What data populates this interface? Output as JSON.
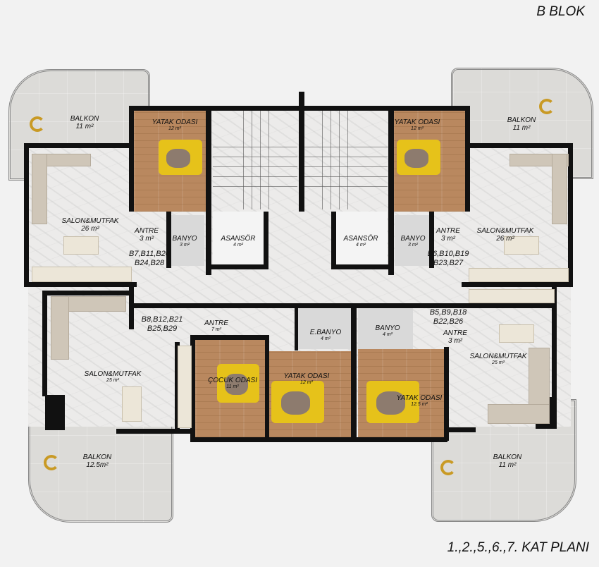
{
  "header": {
    "block_title": "B BLOK"
  },
  "footer": {
    "floor_plan_title": "1.,2.,5.,6.,7. KAT PLANI"
  },
  "colors": {
    "background": "#f2f2f2",
    "wall": "#111111",
    "wood_floor": "#b9885f",
    "marble_floor": "#ecebea",
    "bedding_yellow": "#e6c21a"
  },
  "rooms": {
    "balkon_top_left": {
      "name": "BALKON",
      "area": "11  m²"
    },
    "yatak_top_left": {
      "name": "YATAK ODASI",
      "area": "12 m²"
    },
    "salon_top_left": {
      "name": "SALON&MUTFAK",
      "area": "26  m²"
    },
    "antre_top_left": {
      "name": "ANTRE",
      "area": "3 m²"
    },
    "banyo_top_left": {
      "name": "BANYO",
      "area": "3 m²"
    },
    "asansor_left": {
      "name": "ASANSÖR",
      "area": "4 m²"
    },
    "asansor_right": {
      "name": "ASANSÖR",
      "area": "4 m²"
    },
    "yatak_top_right": {
      "name": "YATAK ODASI",
      "area": "12 m²"
    },
    "balkon_top_right": {
      "name": "BALKON",
      "area": "11  m²"
    },
    "banyo_top_right": {
      "name": "BANYO",
      "area": "3 m²"
    },
    "antre_top_right": {
      "name": "ANTRE",
      "area": "3 m²"
    },
    "salon_top_right": {
      "name": "SALON&MUTFAK",
      "area": "26  m²"
    },
    "salon_bottom_left": {
      "name": "SALON&MUTFAK",
      "area": "25 m²"
    },
    "antre_bottom_left": {
      "name": "ANTRE",
      "area": "7 m²"
    },
    "ebanyo": {
      "name": "E.BANYO",
      "area": "4 m²"
    },
    "banyo_bottom": {
      "name": "BANYO",
      "area": "4 m²"
    },
    "cocuk_odasi": {
      "name": "ÇOCUK ODASI",
      "area": "11 m²"
    },
    "yatak_bottom_mid": {
      "name": "YATAK ODASI",
      "area": "12 m²"
    },
    "yatak_bottom_right": {
      "name": "YATAK ODASI",
      "area": "12.5 m²"
    },
    "antre_bottom_right": {
      "name": "ANTRE",
      "area": "3 m²"
    },
    "salon_bottom_right": {
      "name": "SALON&MUTFAK",
      "area": "25 m²"
    },
    "balkon_bottom_left": {
      "name": "BALKON",
      "area": "12.5m²"
    },
    "balkon_bottom_right": {
      "name": "BALKON",
      "area": "11  m²"
    }
  },
  "units": {
    "top_left": {
      "line1": "B7,B11,B20",
      "line2": "B24,B28"
    },
    "top_right": {
      "line1": "B6,B10,B19",
      "line2": "B23,B27"
    },
    "bottom_left": {
      "line1": "B8,B12,B21",
      "line2": "B25,B29"
    },
    "bottom_right": {
      "line1": "B5,B9,B18",
      "line2": "B22,B26"
    }
  }
}
